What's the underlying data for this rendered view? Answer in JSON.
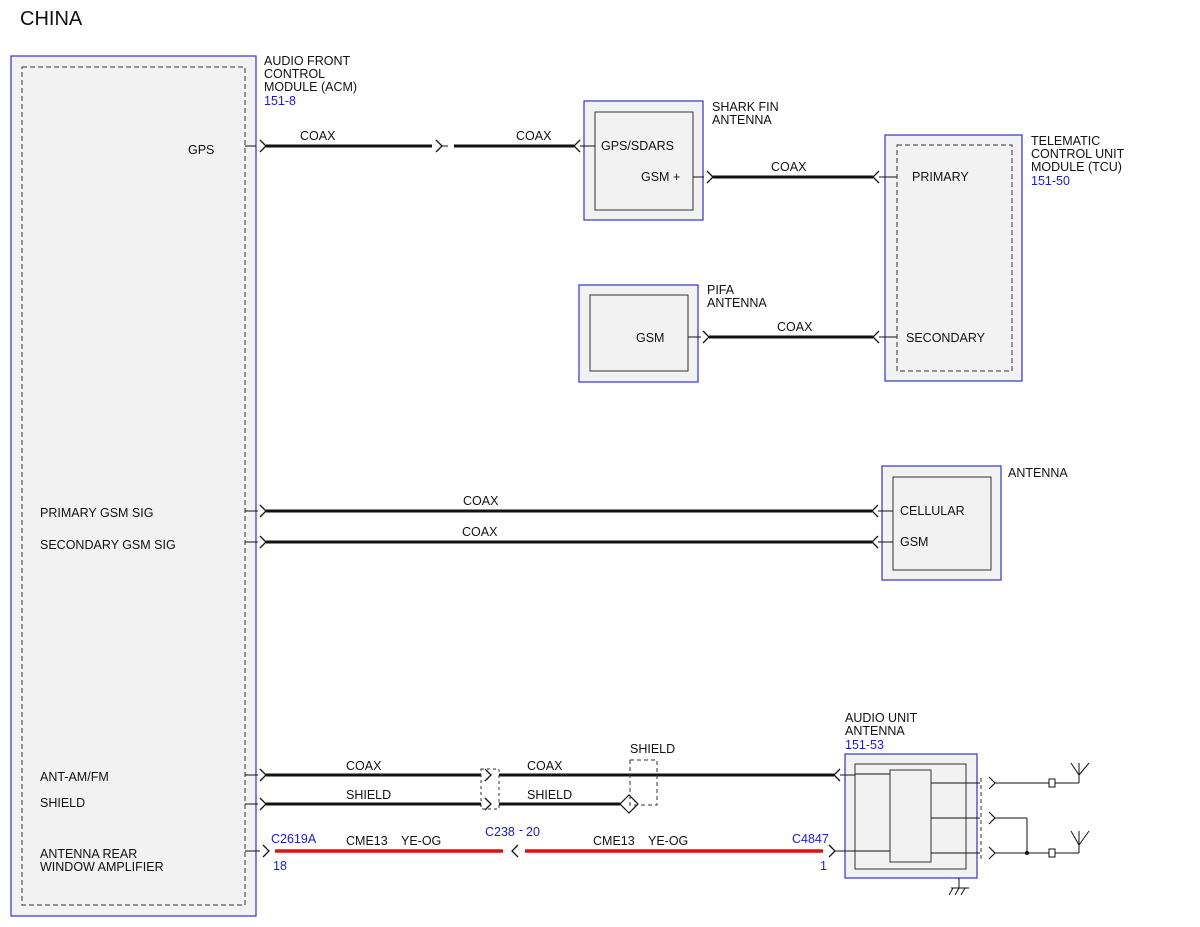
{
  "page": {
    "title": "CHINA"
  },
  "acm": {
    "name_lines": [
      "AUDIO FRONT",
      "CONTROL",
      "MODULE (ACM)"
    ],
    "ref": "151-8",
    "pins": {
      "gps": "GPS",
      "primary_gsm": "PRIMARY GSM SIG",
      "secondary_gsm": "SECONDARY GSM SIG",
      "ant_am_fm": "ANT-AM/FM",
      "shield": "SHIELD",
      "amp_line1": "ANTENNA REAR",
      "amp_line2": "WINDOW AMPLIFIER"
    }
  },
  "shark_fin": {
    "name_lines": [
      "SHARK FIN",
      "ANTENNA"
    ],
    "pins": {
      "gps_sdars": "GPS/SDARS",
      "gsm_plus": "GSM +"
    }
  },
  "tcu": {
    "name_lines": [
      "TELEMATIC",
      "CONTROL UNIT",
      "MODULE (TCU)"
    ],
    "ref": "151-50",
    "pins": {
      "primary": "PRIMARY",
      "secondary": "SECONDARY"
    }
  },
  "pifa": {
    "name_lines": [
      "PIFA",
      "ANTENNA"
    ],
    "pins": {
      "gsm": "GSM"
    }
  },
  "cell_antenna": {
    "name": "ANTENNA",
    "pins": {
      "cellular": "CELLULAR",
      "gsm": "GSM"
    }
  },
  "audio_antenna": {
    "name_lines": [
      "AUDIO UNIT",
      "ANTENNA"
    ],
    "ref": "151-53"
  },
  "wires": {
    "coax": "COAX",
    "shield": "SHIELD",
    "shield_box_label": "SHIELD",
    "amp_circuit": "CME13",
    "amp_color": "YE-OG"
  },
  "connectors": {
    "c2619a": {
      "id": "C2619A",
      "pin": "18"
    },
    "c238": {
      "id": "C238",
      "pin": "20"
    },
    "c4847": {
      "id": "C4847",
      "pin": "1"
    }
  },
  "colors": {
    "module_border": "#3333cc",
    "module_fill": "#f2f2f2",
    "wire": "#111111",
    "wire_ye_og": "#dd1111",
    "ref_text": "#1a1acc"
  }
}
